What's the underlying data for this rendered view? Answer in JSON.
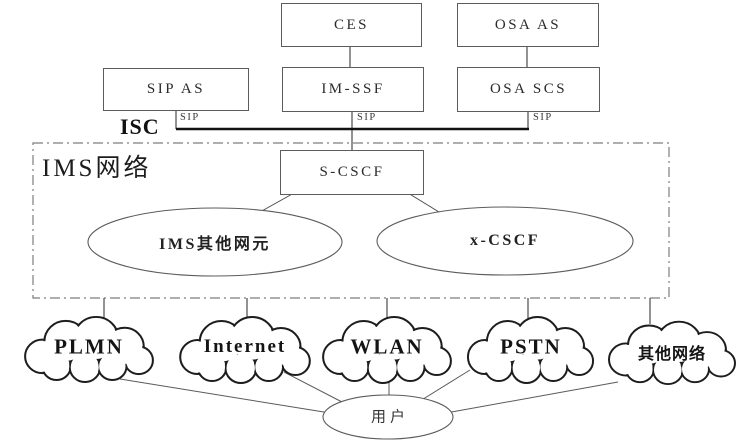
{
  "diagram": {
    "boxes": {
      "ces": "CES",
      "osa_as": "OSA AS",
      "sip_as": "SIP AS",
      "im_ssf": "IM-SSF",
      "osa_scs": "OSA SCS",
      "s_cscf": "S-CSCF"
    },
    "labels": {
      "isc": "ISC",
      "sip_under_sip_as": "SIP",
      "sip_under_im_ssf": "SIP",
      "sip_under_osa_scs": "SIP",
      "ims_network": "IMS网络"
    },
    "ellipses": {
      "ims_other": "IMS其他网元",
      "x_cscf": "x-CSCF",
      "user": "用户"
    },
    "clouds": {
      "plmn": "PLMN",
      "internet": "Internet",
      "wlan": "WLAN",
      "pstn": "PSTN",
      "other_network": "其他网络"
    },
    "colors": {
      "background": "#ffffff",
      "thin_line": "#4a4a4a",
      "thick_isc_bus": "#111111",
      "box_border": "#5c5c5c",
      "dash_dot_border": "#7d7d7d",
      "cloud_outline": "#1d1d1d",
      "text": "#222222"
    }
  }
}
